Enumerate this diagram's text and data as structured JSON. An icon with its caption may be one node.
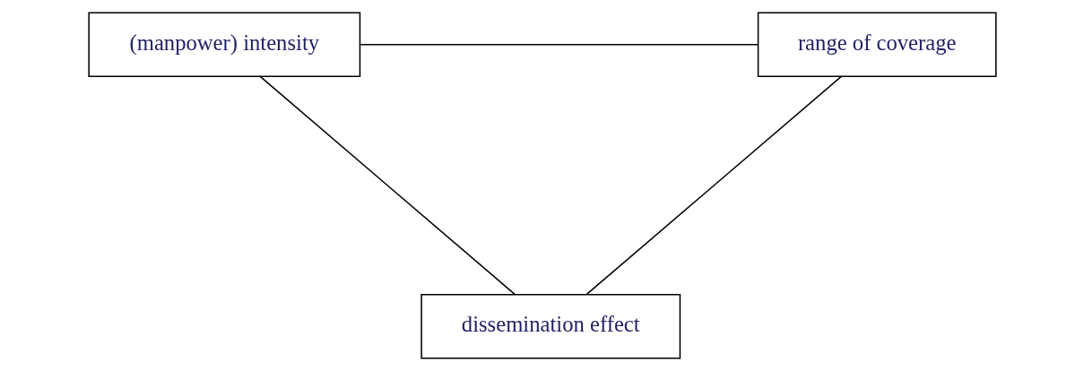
{
  "diagram": {
    "nodes": [
      {
        "text": [
          "(manpower) intensity"
        ]
      },
      {
        "text": [
          "range of coverage"
        ]
      },
      {
        "text": [
          "dissemination effect"
        ]
      }
    ],
    "edges": [
      {
        "from": 0,
        "to": 1,
        "arrow": "none"
      },
      {
        "from": 0,
        "to": 2,
        "arrow": "none"
      },
      {
        "from": 1,
        "to": 2,
        "arrow": "none"
      }
    ]
  }
}
